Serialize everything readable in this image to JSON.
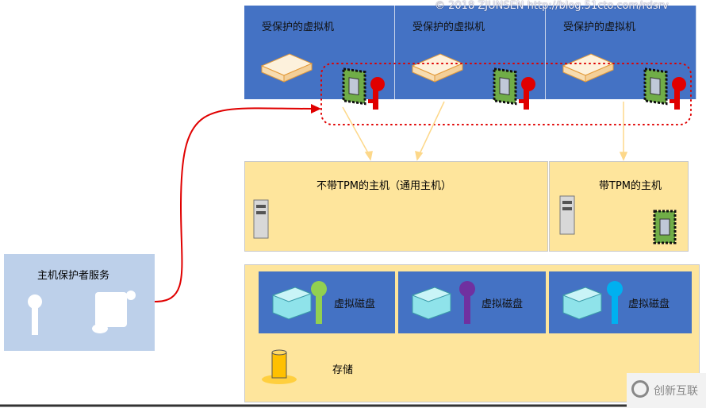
{
  "watermark": "© 2018 ZJUNSEN http://blog.51cto.com/rdsrv",
  "vms": [
    {
      "label": "受保护的虚拟机"
    },
    {
      "label": "受保护的虚拟机"
    },
    {
      "label": "受保护的虚拟机"
    }
  ],
  "hosts": {
    "generic": "不带TPM的主机（通用主机）",
    "tpm": "带TPM的主机"
  },
  "storage": {
    "disks": [
      {
        "label": "虚拟磁盘",
        "key_color": "#92d050"
      },
      {
        "label": "虚拟磁盘",
        "key_color": "#7030a0"
      },
      {
        "label": "虚拟磁盘",
        "key_color": "#00b0f0"
      }
    ],
    "label": "存储"
  },
  "hgs": {
    "label": "主机保护者服务"
  },
  "logo": {
    "text": "创新互联"
  },
  "colors": {
    "vm_blue": "#4472c4",
    "host_yellow": "#fee59c",
    "hgs_blue": "#bdd0ea",
    "link_red": "#e00000"
  }
}
